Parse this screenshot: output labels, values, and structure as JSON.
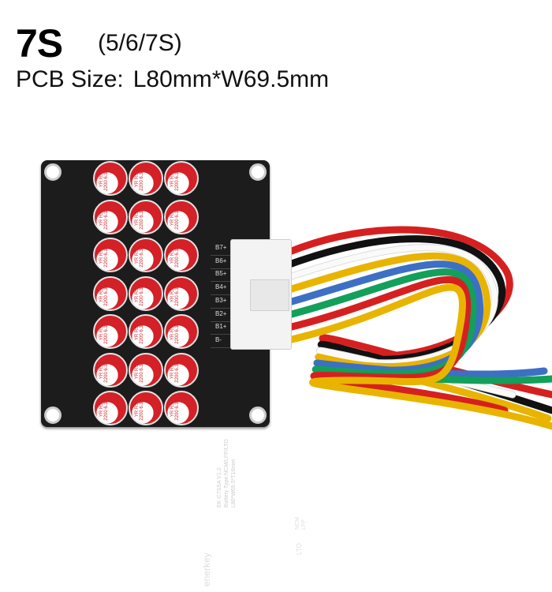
{
  "header": {
    "title": "7S",
    "variants": "(5/6/7S)",
    "size_label": "PCB  Size:",
    "size_value": "L80mm*W69.5mm"
  },
  "board": {
    "capacitor_label": "YR RS 2200 6.3V",
    "capacitor_grid": {
      "columns": 3,
      "rows": 7
    },
    "pins": [
      "B7+",
      "B6+",
      "B5+",
      "B4+",
      "B3+",
      "B2+",
      "B1+",
      "B-"
    ],
    "model": "EK-C7SSA V1.2",
    "battery_type": "Battery Type:NCM/LFP/LTO",
    "dimensions": "L80*W69.5*T16mm",
    "logo": "enerkey",
    "chem_top": "NCM",
    "chem_mid": "LFP",
    "chem_lto": "LTO"
  },
  "wire_colors": [
    "#d62020",
    "#111111",
    "#f5f5f5",
    "#e8b400",
    "#3d6fc4",
    "#12a05a",
    "#d62020",
    "#e8b400"
  ]
}
